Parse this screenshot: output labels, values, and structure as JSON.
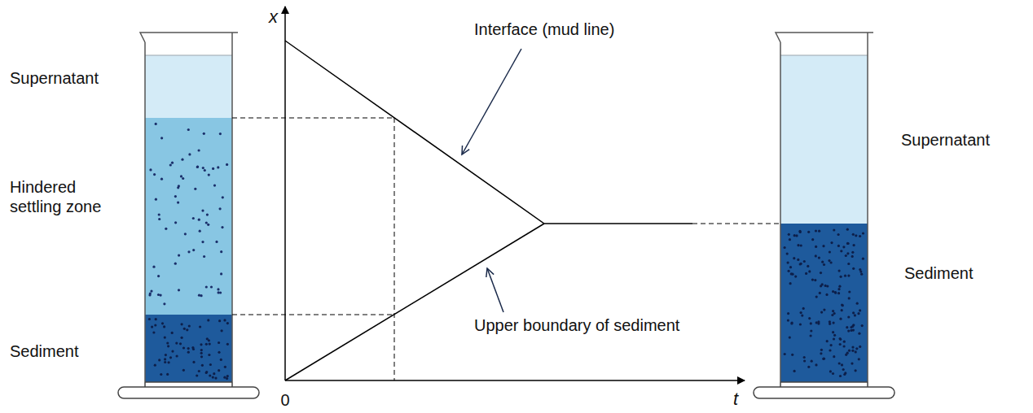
{
  "diagram": {
    "labels": [
      "Supernatant",
      "Hindered settling zone",
      "Sediment",
      "x",
      "0",
      "t",
      "Interface (mud line)",
      "Upper boundary of sediment",
      "Supernatant",
      "Sediment"
    ]
  }
}
